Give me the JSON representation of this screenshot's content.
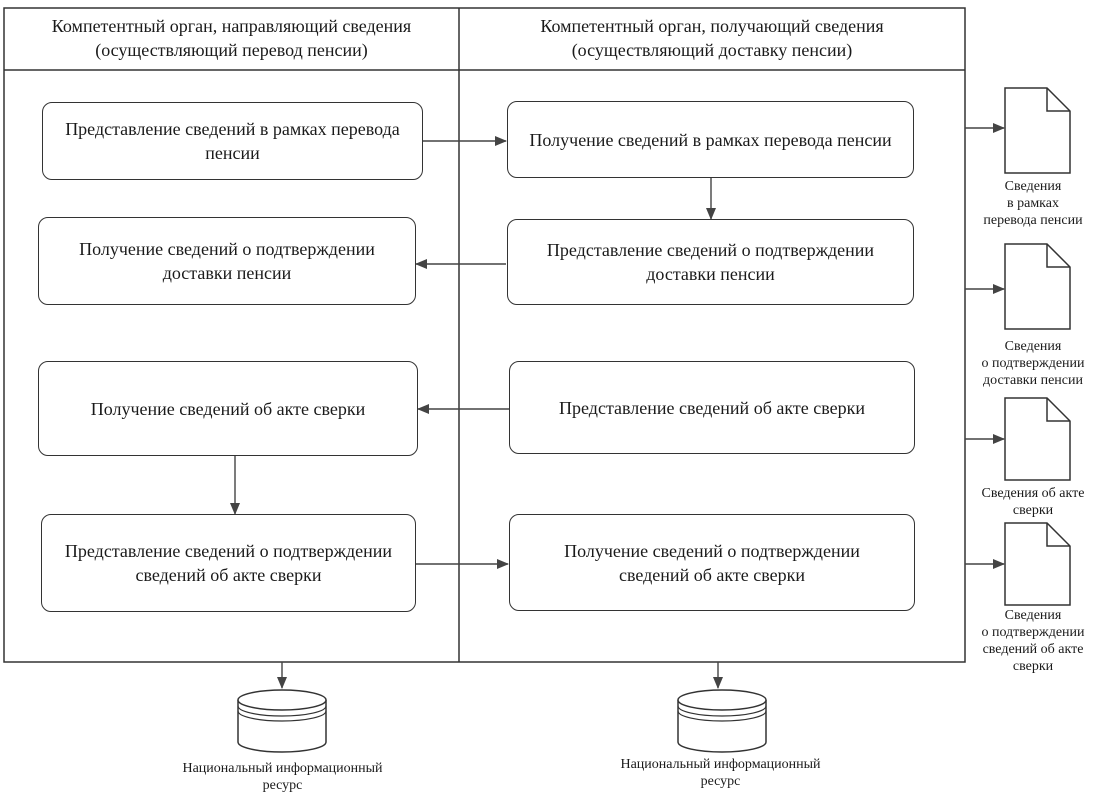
{
  "lanes": {
    "left_title": "Компетентный орган, направляющий сведения\n(осуществляющий перевод пенсии)",
    "right_title": "Компетентный орган, получающий сведения\n(осуществляющий доставку пенсии)"
  },
  "steps": {
    "left_1": "Представление сведений в рамках перевода\nпенсии",
    "left_2": "Получение сведений о подтверждении\nдоставки пенсии",
    "left_3": "Получение сведений об акте сверки",
    "left_4": "Представление сведений о подтверждении\nсведений об акте сверки",
    "right_1": "Получение сведений в рамках перевода пенсии",
    "right_2": "Представление сведений о подтверждении\nдоставки пенсии",
    "right_3": "Представление сведений об акте сверки",
    "right_4": "Получение сведений о подтверждении\nсведений об акте сверки"
  },
  "documents": [
    {
      "label": "Сведения\nв рамках\nперевода пенсии",
      "icon": "document-icon"
    },
    {
      "label": "Сведения\nо подтверждении\nдоставки пенсии",
      "icon": "document-icon"
    },
    {
      "label": "Сведения об акте\nсверки",
      "icon": "document-icon"
    },
    {
      "label": "Сведения\nо подтверждении\nсведений об акте\nсверки",
      "icon": "document-icon"
    }
  ],
  "resources": {
    "left_label": "Национальный информационный\nресурс",
    "right_label": "Национальный информационный\nресурс",
    "icon": "database-icon"
  }
}
